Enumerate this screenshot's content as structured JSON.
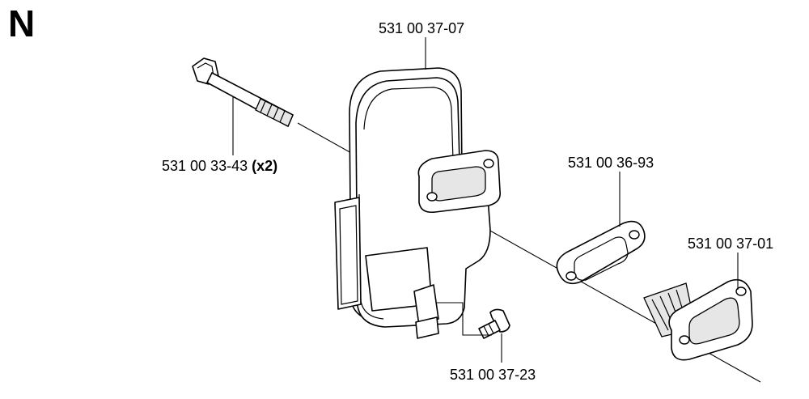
{
  "section": {
    "letter": "N"
  },
  "parts": [
    {
      "id": "muffler",
      "part_number": "531 00 37-07",
      "quantity": ""
    },
    {
      "id": "bolt",
      "part_number": "531 00 33-43",
      "quantity": "(x2)"
    },
    {
      "id": "gasket",
      "part_number": "531 00 36-93",
      "quantity": ""
    },
    {
      "id": "deflector",
      "part_number": "531 00 37-01",
      "quantity": ""
    },
    {
      "id": "screw",
      "part_number": "531 00 37-23",
      "quantity": ""
    }
  ]
}
